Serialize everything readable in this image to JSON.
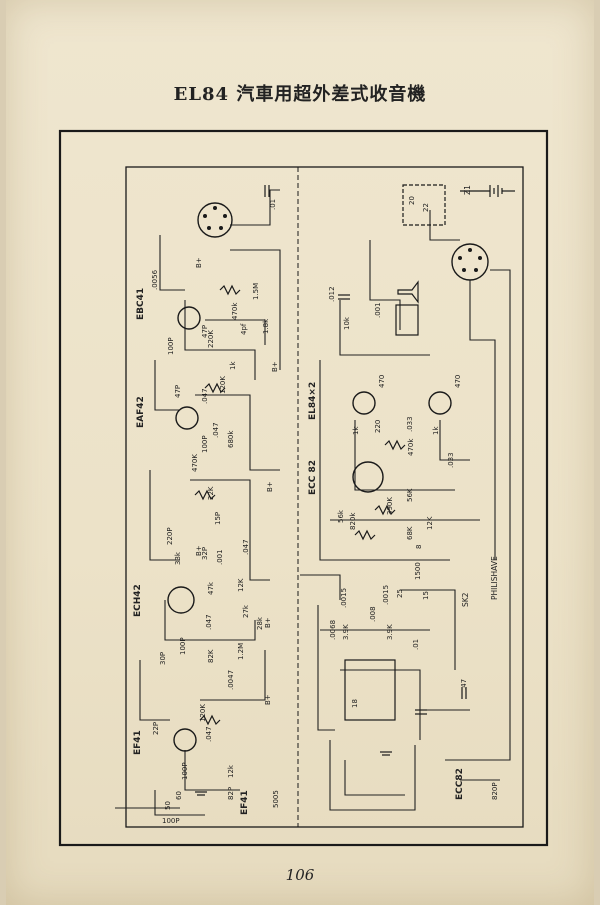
{
  "title": "EL84 汽車用超外差式收音機",
  "page_number": "106",
  "tube_labels": {
    "ebc41": "EBC41",
    "eaf42": "EAF42",
    "ech42": "ECH42",
    "ef41_left": "EF41",
    "ef41_bottom": "EF41",
    "el84": "EL84×2",
    "ecc82": "ECC 82",
    "ecc82_vib": "ECC82"
  },
  "switch_labels": {
    "sk2": "SK2",
    "philishave": "PHILISHAVE",
    "z1": "Z1"
  },
  "component_labels": {
    "c_01_top": ".01",
    "c_0056": ".0056",
    "c_1_5m": "1.5M",
    "c_470k_a": "470k",
    "c_1_8k": "1.8k",
    "c_47p_a": "47P",
    "c_100p_a": "100P",
    "c_220k": "220K",
    "c_47p_b": "47P",
    "c_4pf": "4pf",
    "c_1k_a": "1k",
    "c_120k_a": "120K",
    "c_047_a": ".047",
    "c_047_b": ".047",
    "c_680k": "680k",
    "c_100p_b": "100P",
    "c_470k_b": "470K",
    "c_22k": "22K",
    "c_15p": "15P",
    "c_220p": "220P",
    "c_33k": "33k",
    "c_001": ".001",
    "c_32p": "32P",
    "c_047_c": ".047",
    "c_47k_a": "47k",
    "c_12k_a": "12K",
    "c_27k": "27k",
    "c_28k": "28k",
    "c_047_d": ".047",
    "c_1_2m": "1.2M",
    "c_100p_c": "100P",
    "c_30p": "30P",
    "c_82k": "82K",
    "c_0047": ".0047",
    "c_120k_b": "120K",
    "c_22p": "22P",
    "c_047_e": ".047",
    "c_100p_d": "100P",
    "c_12k_b": "12k",
    "c_82p": "82P",
    "c_60": "60",
    "c_50": "50",
    "c_5005": "5005",
    "c_100p_e": "100P",
    "c_012": ".012",
    "c_10k": "10k",
    "c_001_b": ".001",
    "c_470_a": "470",
    "c_470_b": "470",
    "c_220": "220",
    "c_1k_b": "1k",
    "c_1k_c": "1k",
    "c_033_a": ".033",
    "c_033_b": ".033",
    "c_470k_c": "470k",
    "c_56k_a": "56K",
    "c_56k_b": "56k",
    "c_390k": "390K",
    "c_820k": "820k",
    "c_12k_c": "12K",
    "c_68k": "68K",
    "c_8": "8",
    "c_1500": "1500",
    "c_25": "25",
    "c_15": "15",
    "c_0015_a": ".0015",
    "c_0015_b": ".0015",
    "c_008": ".008",
    "c_0068": ".0068",
    "c_39k_a": "3.9K",
    "c_39k_b": "3.9K",
    "c_01_b": ".01",
    "c_47": ".47",
    "c_18": "18",
    "c_20": "20",
    "c_22": "22",
    "c_820p": "820P",
    "b_plus_1": "B+",
    "b_plus_2": "B+",
    "b_plus_3": "B+",
    "b_plus_4": "B+",
    "b_plus_5": "B+",
    "b_plus_6": "B+"
  }
}
